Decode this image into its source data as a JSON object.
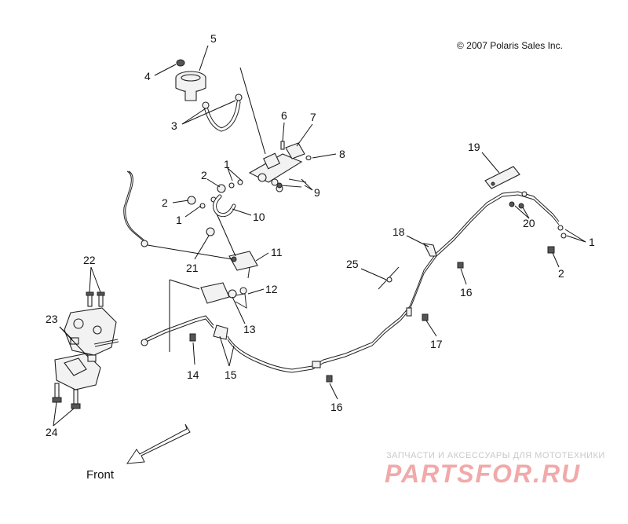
{
  "copyright": "© 2007 Polaris Sales Inc.",
  "direction_label": "Front",
  "watermark": {
    "tagline": "ЗАПЧАСТИ И АКСЕССУАРЫ ДЛЯ МОТОТЕХНИКИ",
    "brand": "PARTSFOR.RU"
  },
  "callouts": [
    {
      "id": "c5",
      "text": "5"
    },
    {
      "id": "c4",
      "text": "4"
    },
    {
      "id": "c3",
      "text": "3"
    },
    {
      "id": "c6",
      "text": "6"
    },
    {
      "id": "c7",
      "text": "7"
    },
    {
      "id": "c8",
      "text": "8"
    },
    {
      "id": "c1a",
      "text": "1"
    },
    {
      "id": "c2a",
      "text": "2"
    },
    {
      "id": "c2b",
      "text": "2"
    },
    {
      "id": "c1b",
      "text": "1"
    },
    {
      "id": "c9",
      "text": "9"
    },
    {
      "id": "c10",
      "text": "10"
    },
    {
      "id": "c11",
      "text": "11"
    },
    {
      "id": "c21",
      "text": "21"
    },
    {
      "id": "c12",
      "text": "12"
    },
    {
      "id": "c13",
      "text": "13"
    },
    {
      "id": "c14",
      "text": "14"
    },
    {
      "id": "c15",
      "text": "15"
    },
    {
      "id": "c16a",
      "text": "16"
    },
    {
      "id": "c16b",
      "text": "16"
    },
    {
      "id": "c17",
      "text": "17"
    },
    {
      "id": "c18",
      "text": "18"
    },
    {
      "id": "c19",
      "text": "19"
    },
    {
      "id": "c20",
      "text": "20"
    },
    {
      "id": "c1c",
      "text": "1"
    },
    {
      "id": "c2c",
      "text": "2"
    },
    {
      "id": "c22",
      "text": "22"
    },
    {
      "id": "c23",
      "text": "23"
    },
    {
      "id": "c24",
      "text": "24"
    },
    {
      "id": "c25",
      "text": "25"
    }
  ]
}
